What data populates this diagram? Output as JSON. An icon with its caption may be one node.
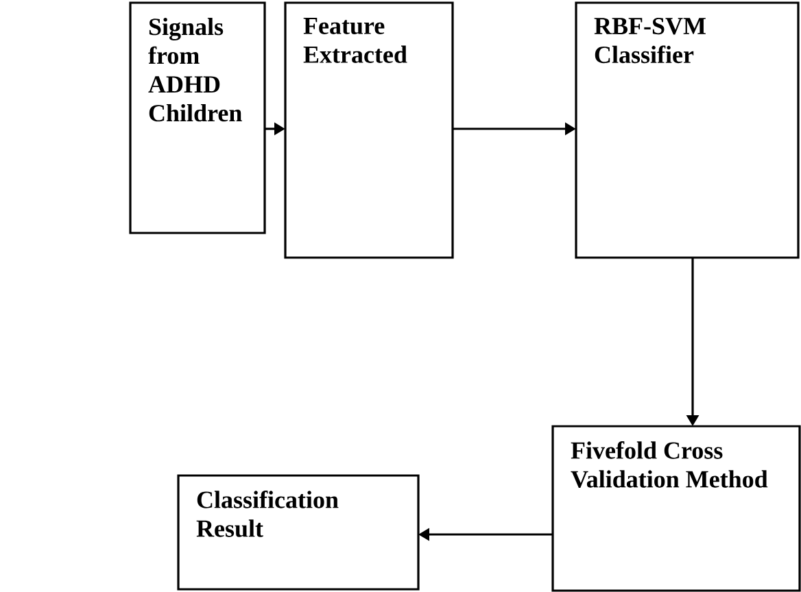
{
  "diagram": {
    "nodes": [
      {
        "text": [
          "Signals from ADHD Children"
        ]
      },
      {
        "text": [
          "Feature Extracted"
        ]
      },
      {
        "text": [
          "RBF-SVM Classifier"
        ]
      },
      {
        "text": [
          "Fivefold Cross Validation Method"
        ]
      },
      {
        "text": [
          "Classification Result"
        ]
      }
    ],
    "edges": [
      {
        "from": 0,
        "to": 1,
        "arrow": "to"
      },
      {
        "from": 1,
        "to": 2,
        "arrow": "to"
      },
      {
        "from": 2,
        "to": 3,
        "arrow": "to"
      },
      {
        "from": 3,
        "to": 4,
        "arrow": "to"
      }
    ]
  }
}
